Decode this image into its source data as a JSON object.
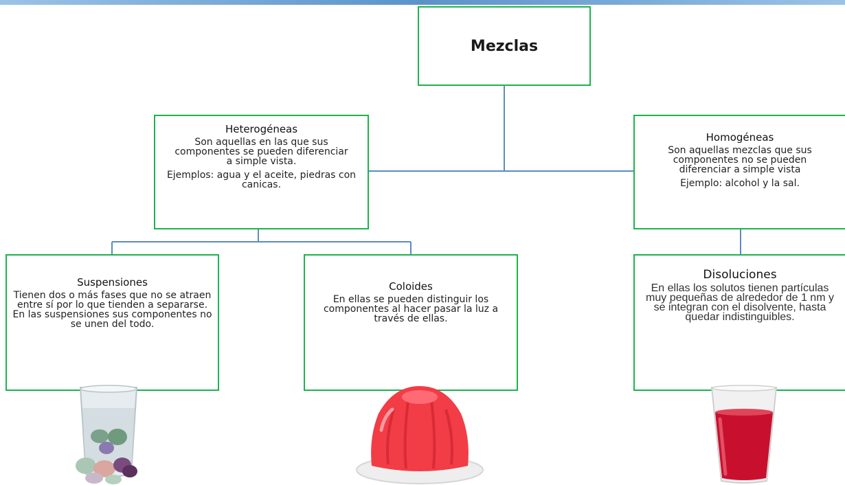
{
  "root": {
    "title": "Mezclas"
  },
  "heterogeneas": {
    "title": "Heterogéneas",
    "description": "Son aquellas en las que sus componentes se pueden diferenciar a simple vista.",
    "example": "Ejemplos: agua y el aceite, piedras con canicas."
  },
  "homogeneas": {
    "title": "Homogéneas",
    "description": "Son aquellas mezclas que sus componentes no se pueden diferenciar a simple vista",
    "example": "Ejemplo: alcohol y la sal."
  },
  "suspensiones": {
    "title": "Suspensiones",
    "description": "Tienen dos o más fases que no se atraen entre sí por lo que tienden a separarse. En las suspensiones sus componentes no se unen del todo."
  },
  "coloides": {
    "title": "Coloides",
    "description": "En ellas se pueden distinguir los componentes al hacer pasar la luz a través de ellas."
  },
  "disoluciones": {
    "title": "Disoluciones",
    "description": "En ellas los solutos tienen partículas muy pequeñas de alrededor de 1 nm y se integran con el disolvente, hasta quedar indistinguibles."
  },
  "colors": {
    "box_border": "#1db34b",
    "connector": "#5b8bc0",
    "accent_bar": "#5b93c9"
  }
}
